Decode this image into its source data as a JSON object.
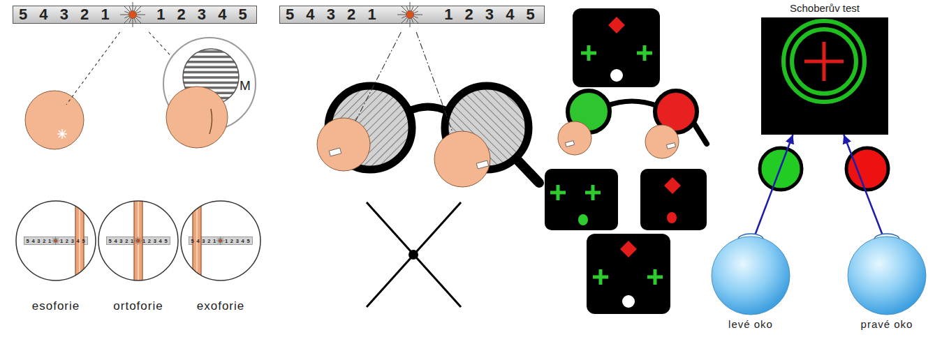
{
  "diagram": {
    "nodes": [
      {
        "text": [
          "5 4 3 2 1",
          "1 2 3 4 5"
        ]
      },
      {
        "text": [
          "5 4 3 2 1",
          "1 2 3 4 5"
        ]
      },
      {
        "text": [
          "M"
        ]
      },
      {
        "text": [
          "5 4 3 2 1",
          "1 2 3 4 5",
          "esoforie"
        ]
      },
      {
        "text": [
          "5 4 3 2 1",
          "1 2 3 4 5",
          "ortoforie"
        ]
      },
      {
        "text": [
          "5 4 3 2 1",
          "1 2 3 4 5",
          "exoforie"
        ]
      },
      {
        "text": [
          "Schoberův test"
        ]
      },
      {
        "text": [
          "levé oko"
        ]
      },
      {
        "text": [
          "pravé oko"
        ]
      }
    ],
    "edges": [
      {
        "from": 7,
        "to": 6,
        "arrow": "to"
      },
      {
        "from": 8,
        "to": 6,
        "arrow": "to"
      }
    ]
  }
}
